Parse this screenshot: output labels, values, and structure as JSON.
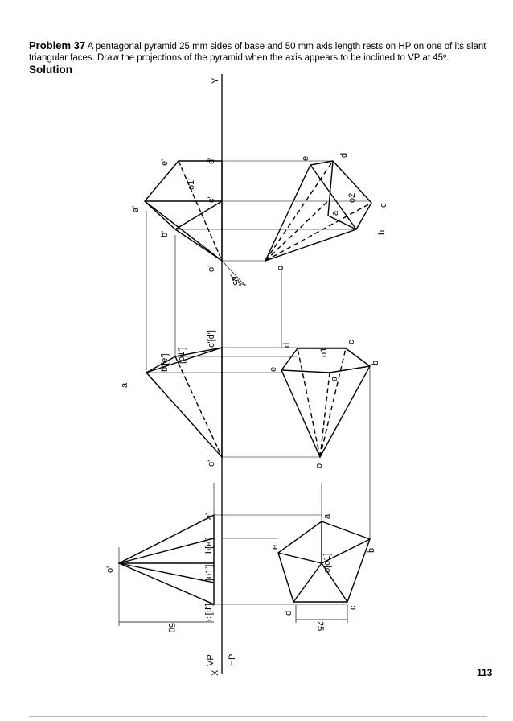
{
  "problem": {
    "label": "Problem 37",
    "text": "A pentagonal pyramid 25 mm sides of base and 50 mm axis length rests on HP on one of its slant triangular faces. Draw the projections of the pyramid when the axis appears to be inclined to VP at 45º."
  },
  "solution_label": "Solution",
  "page_number": "113",
  "labels": {
    "x": "X",
    "y": "Y",
    "vp": "VP",
    "hp": "HP",
    "dim_50": "50",
    "dim_25": "25",
    "angle_45": "45°",
    "view1": {
      "o_top": "o'",
      "c_d": "c'[d']",
      "o1": "[o1']",
      "b_e": "b[e']",
      "a": "a'",
      "d": "d",
      "e": "e",
      "a_plan": "a",
      "c": "c",
      "b": "b",
      "o_o1": "o[o1]"
    },
    "view2": {
      "o": "o'",
      "a": "a",
      "b_e": "b'[e']",
      "o1": "[o1']",
      "c_d": "c'[d']",
      "d": "d",
      "e": "e",
      "c": "c",
      "b": "b",
      "o1_plan": "o1",
      "o_plan": "o"
    },
    "view3": {
      "o": "o'",
      "b": "b'",
      "a": "a'",
      "e": "e'",
      "o1": "o1'",
      "c": "c'",
      "d": "d'",
      "o_plan": "o",
      "a_plan": "a",
      "b_plan": "b",
      "c_plan": "c",
      "d_plan": "d",
      "e_plan": "e",
      "o2": "o2"
    }
  }
}
